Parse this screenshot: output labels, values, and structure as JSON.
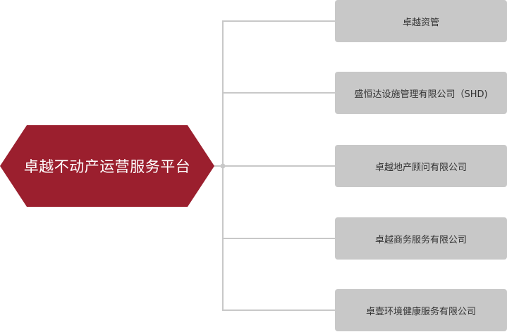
{
  "diagram": {
    "root": {
      "label": "卓越不动产运营服务平台"
    },
    "children": [
      {
        "label": "卓越资管"
      },
      {
        "label": "盛恒达设施管理有限公司（SHD)"
      },
      {
        "label": "卓越地产顾问有限公司"
      },
      {
        "label": "卓越商务服务有限公司"
      },
      {
        "label": "卓壹环境健康服务有限公司"
      }
    ],
    "colors": {
      "root_fill": "#9b1f2e",
      "child_fill": "#c8c8c8",
      "connector": "#c8c8c8"
    }
  }
}
